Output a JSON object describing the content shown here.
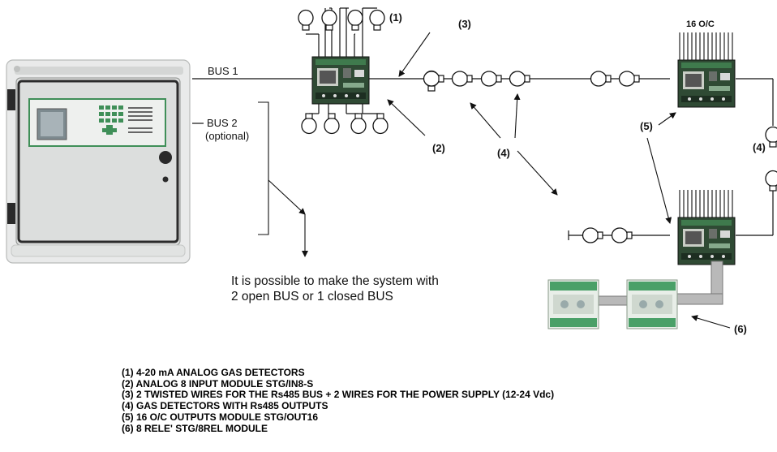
{
  "labels": {
    "bus1": "BUS 1",
    "bus2": "BUS 2",
    "bus2_sub": "(optional)",
    "outputs16": "16 O/C",
    "n1": "(1)",
    "n2": "(2)",
    "n3": "(3)",
    "n4a": "(4)",
    "n4b": "(4)",
    "n5": "(5)",
    "n6": "(6)"
  },
  "note": {
    "line1": "It is possible to make the system with",
    "line2": "2 open BUS or 1 closed BUS"
  },
  "legend": [
    "(1) 4-20 mA ANALOG GAS DETECTORS",
    "(2) ANALOG 8 INPUT MODULE STG/IN8-S",
    "(3) 2 TWISTED WIRES FOR THE Rs485 BUS + 2 WIRES FOR THE POWER SUPPLY (12-24 Vdc)",
    "(4) GAS DETECTORS WITH Rs485 OUTPUTS",
    "(5) 16 O/C OUTPUTS MODULE STG/OUT16",
    "(6) 8 RELE' STG/8REL MODULE"
  ],
  "colors": {
    "pcb": "#2f4a34",
    "pcb_dark": "#1d2e21",
    "panel_green": "#3f8f58",
    "cabinet": "#e9eaea",
    "door": "#dcdedd",
    "relay_green": "#4aa068",
    "cable": "#b9b9b9"
  }
}
